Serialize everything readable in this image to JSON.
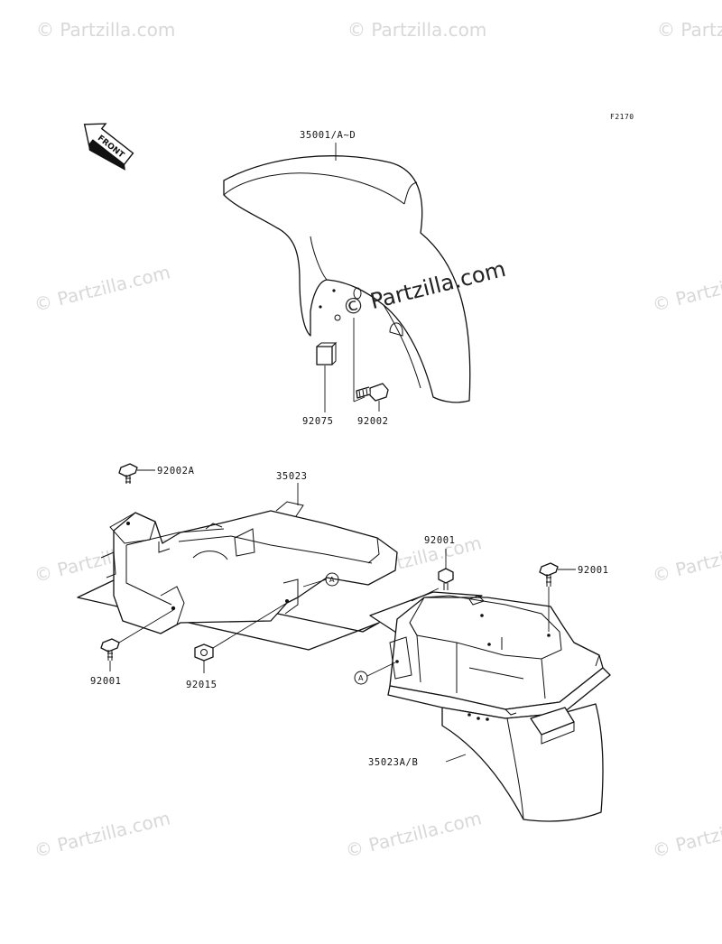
{
  "diagram": {
    "code": "F2170",
    "front_label": "FRONT",
    "reference_mark": "A",
    "watermark": "© Partzilla.com",
    "watermark_center": "© Partzilla.com",
    "parts": {
      "front_fender": "35001/A~D",
      "pad": "92075",
      "front_bolt": "92002",
      "bolt_left_top": "92002A",
      "inner_fender": "35023",
      "bolt_inner_bottom": "92001",
      "nut_inner": "92015",
      "bolt_rear_left": "92001",
      "bolt_rear_right": "92001",
      "rear_fender": "35023A/B"
    }
  }
}
